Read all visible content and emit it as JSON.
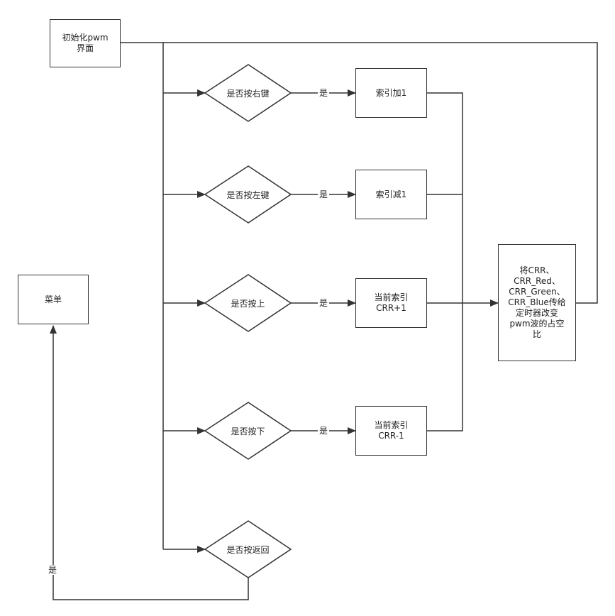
{
  "colors": {
    "stroke": "#333333",
    "fill": "#ffffff",
    "text": "#222222"
  },
  "nodes": {
    "init": "初始化pwm\n界面",
    "menu": "菜单",
    "q_right": "是否按右键",
    "q_left": "是否按左键",
    "q_up": "是否按上",
    "q_down": "是否按下",
    "q_back": "是否按返回",
    "act_right": "索引加1",
    "act_left": "索引减1",
    "act_up": "当前索引\nCRR+1",
    "act_down": "当前索引\nCRR-1",
    "output": "将CRR、\nCRR_Red、\nCRR_Green、\nCRR_Blue传给\n定时器改变\npwm波的占空\n比"
  },
  "edge_labels": {
    "right_yes": "是",
    "left_yes": "是",
    "up_yes": "是",
    "down_yes": "是",
    "back_yes": "是"
  }
}
